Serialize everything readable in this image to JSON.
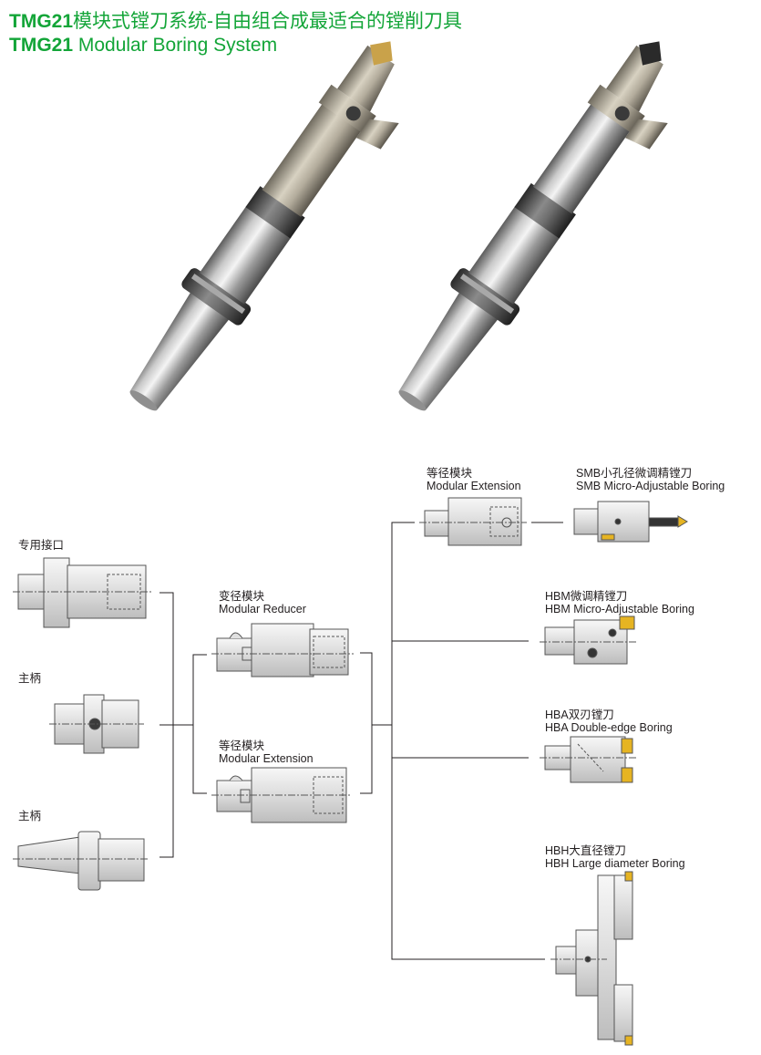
{
  "header": {
    "title_cn_code": "TMG21",
    "title_cn_text": "模块式镗刀系统-自由组合成最适合的镗削刀具",
    "title_en_code": "TMG21",
    "title_en_text": " Modular Boring System"
  },
  "photos": [
    {
      "name": "tool-photo-left",
      "insert_color": "#c9a24a"
    },
    {
      "name": "tool-photo-right",
      "insert_color": "#2a2a2a"
    }
  ],
  "labels": {
    "interface": "专用接口",
    "shank1": "主柄",
    "shank2": "主柄",
    "reducer_cn": "变径模块",
    "reducer_en": "Modular Reducer",
    "extension_mid_cn": "等径模块",
    "extension_mid_en": "Modular Extension",
    "extension_top_cn": "等径模块",
    "extension_top_en": "Modular Extension",
    "smb_cn": "SMB小孔径微调精镗刀",
    "smb_en": "SMB Micro-Adjustable Boring",
    "hbm_cn": "HBM微调精镗刀",
    "hbm_en": "HBM Micro-Adjustable Boring",
    "hba_cn": "HBA双刃镗刀",
    "hba_en": "HBA Double-edge Boring",
    "hbh_cn": "HBH大直径镗刀",
    "hbh_en": "HBH Large diameter Boring"
  },
  "colors": {
    "brand_green": "#13a538",
    "metal_light": "#e6e6e6",
    "metal_dark": "#6d6d6d",
    "insert_gold": "#e6b422"
  }
}
